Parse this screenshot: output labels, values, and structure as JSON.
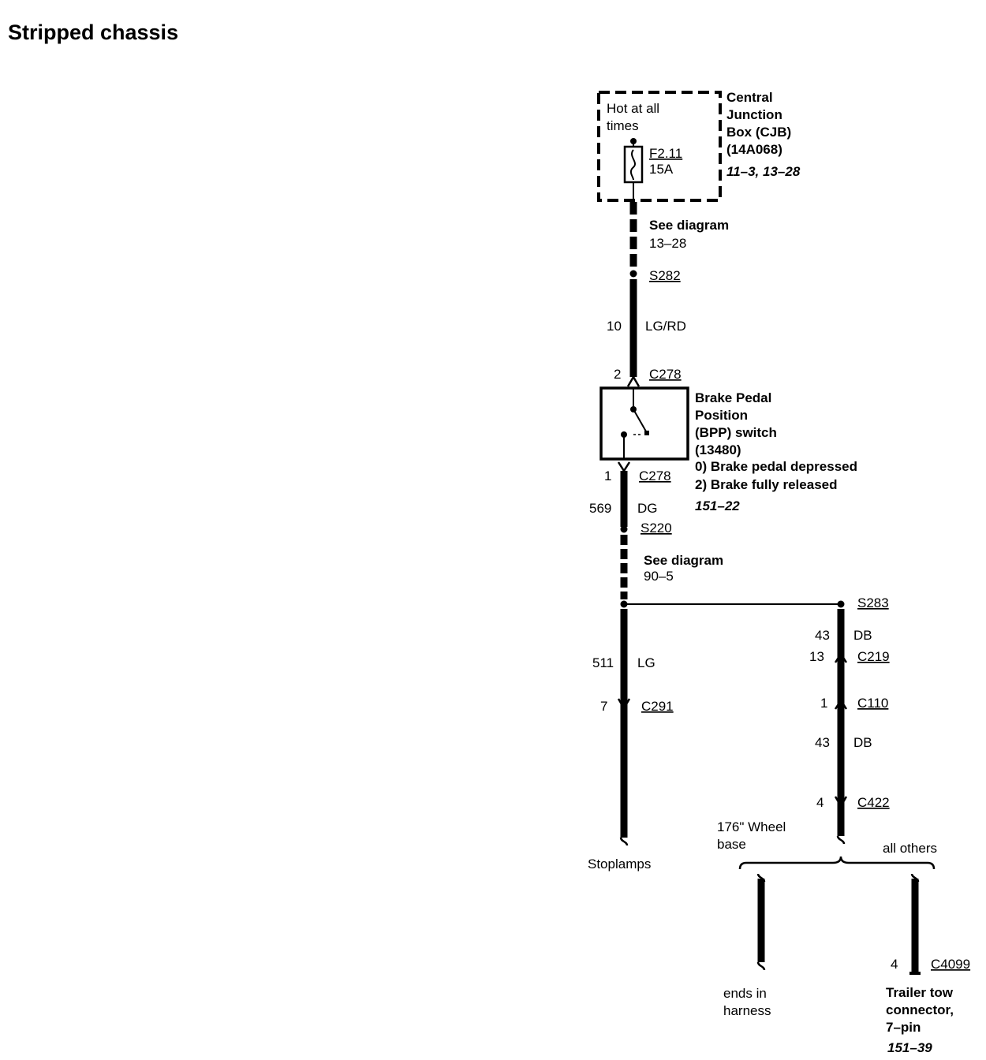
{
  "title": "Stripped chassis",
  "cjb": {
    "hot_line1": "Hot at all",
    "hot_line2": "times",
    "fuse_id": "F2.11",
    "fuse_rating": "15A",
    "name_line1": "Central",
    "name_line2": "Junction",
    "name_line3": "Box (CJB)",
    "part_no": "(14A068)",
    "ref": "11–3, 13–28"
  },
  "see_diagram_1": {
    "line1": "See diagram",
    "line2": "13–28"
  },
  "splice_s282": "S282",
  "wire_10": {
    "circuit": "10",
    "color": "LG/RD"
  },
  "c278_top": {
    "pin": "2",
    "connector": "C278"
  },
  "bpp_switch": {
    "line1": "Brake Pedal",
    "line2": "Position",
    "line3": "(BPP) switch",
    "part_no": "(13480)",
    "state0": "0) Brake pedal depressed",
    "state2": "2) Brake fully released",
    "ref": "151–22"
  },
  "c278_bottom": {
    "pin": "1",
    "connector": "C278"
  },
  "wire_569": {
    "circuit": "569",
    "color": "DG"
  },
  "splice_s220": "S220",
  "see_diagram_2": {
    "line1": "See diagram",
    "line2": "90–5"
  },
  "splice_s283": "S283",
  "wire_43_a": {
    "circuit": "43",
    "color": "DB"
  },
  "c219": {
    "pin": "13",
    "connector": "C219"
  },
  "c110": {
    "pin": "1",
    "connector": "C110"
  },
  "wire_43_b": {
    "circuit": "43",
    "color": "DB"
  },
  "c422": {
    "pin": "4",
    "connector": "C422"
  },
  "wire_511": {
    "circuit": "511",
    "color": "LG"
  },
  "c291": {
    "pin": "7",
    "connector": "C291"
  },
  "stoplamps": "Stoplamps",
  "branch_left": {
    "line1": "176\"  Wheel",
    "line2": "base"
  },
  "branch_right": "all others",
  "harness_end": {
    "line1": "ends in",
    "line2": "harness"
  },
  "c4099": {
    "pin": "4",
    "connector": "C4099"
  },
  "trailer": {
    "line1": "Trailer tow",
    "line2": "connector,",
    "line3": "7–pin",
    "ref": "151–39"
  }
}
